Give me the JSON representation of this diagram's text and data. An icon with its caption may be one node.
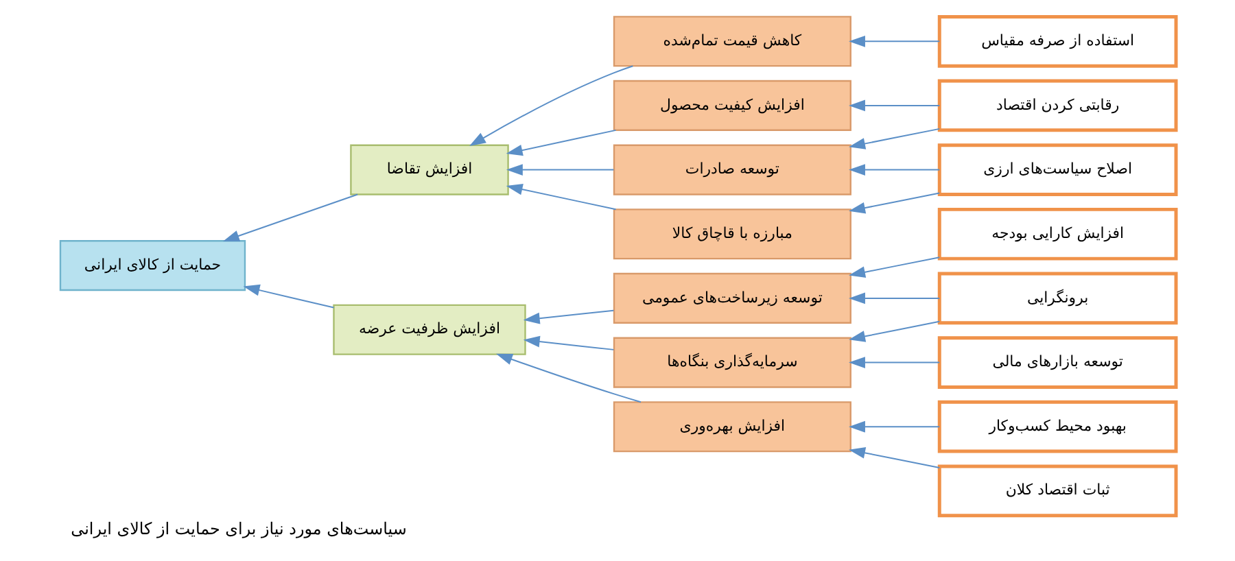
{
  "diagram": {
    "caption": "سیاست‌های مورد نیاز برای حمایت از کالای ایرانی",
    "nodes": [
      {
        "text": [
          "حمایت از کالای ایرانی"
        ]
      },
      {
        "text": [
          "افزایش تقاضا"
        ]
      },
      {
        "text": [
          "افزایش ظرفیت عرضه"
        ]
      },
      {
        "text": [
          "کاهش قیمت تمام‌شده"
        ]
      },
      {
        "text": [
          "افزایش کیفیت محصول"
        ]
      },
      {
        "text": [
          "توسعه صادرات"
        ]
      },
      {
        "text": [
          "مبارزه با قاچاق کالا"
        ]
      },
      {
        "text": [
          "توسعه زیرساخت‌های عمومی"
        ]
      },
      {
        "text": [
          "سرمایه‌گذاری بنگاه‌ها"
        ]
      },
      {
        "text": [
          "افزایش بهره‌وری"
        ]
      },
      {
        "text": [
          "استفاده از صرفه مقیاس"
        ]
      },
      {
        "text": [
          "رقابتی کردن اقتصاد"
        ]
      },
      {
        "text": [
          "اصلاح سیاست‌های ارزی"
        ]
      },
      {
        "text": [
          "افزایش کارایی بودجه"
        ]
      },
      {
        "text": [
          "برونگرایی"
        ]
      },
      {
        "text": [
          "توسعه بازارهای مالی"
        ]
      },
      {
        "text": [
          "بهبود محیط کسب‌وکار"
        ]
      },
      {
        "text": [
          "ثبات اقتصاد کلان"
        ]
      }
    ],
    "edges": [
      {
        "from": 1,
        "to": 0,
        "arrow": "to"
      },
      {
        "from": 2,
        "to": 0,
        "arrow": "to"
      },
      {
        "from": 3,
        "to": 1,
        "arrow": "to"
      },
      {
        "from": 4,
        "to": 1,
        "arrow": "to"
      },
      {
        "from": 5,
        "to": 1,
        "arrow": "to"
      },
      {
        "from": 6,
        "to": 1,
        "arrow": "to"
      },
      {
        "from": 7,
        "to": 2,
        "arrow": "to"
      },
      {
        "from": 8,
        "to": 2,
        "arrow": "to"
      },
      {
        "from": 9,
        "to": 2,
        "arrow": "to"
      },
      {
        "from": 10,
        "to": 3,
        "arrow": "to"
      },
      {
        "from": 11,
        "to": 4,
        "arrow": "to"
      },
      {
        "from": 11,
        "to": 5,
        "arrow": "to"
      },
      {
        "from": 12,
        "to": 5,
        "arrow": "to"
      },
      {
        "from": 12,
        "to": 6,
        "arrow": "to"
      },
      {
        "from": 13,
        "to": 7,
        "arrow": "to"
      },
      {
        "from": 14,
        "to": 7,
        "arrow": "to"
      },
      {
        "from": 14,
        "to": 8,
        "arrow": "to"
      },
      {
        "from": 15,
        "to": 8,
        "arrow": "to"
      },
      {
        "from": 16,
        "to": 9,
        "arrow": "to"
      },
      {
        "from": 17,
        "to": 9,
        "arrow": "to"
      }
    ]
  }
}
